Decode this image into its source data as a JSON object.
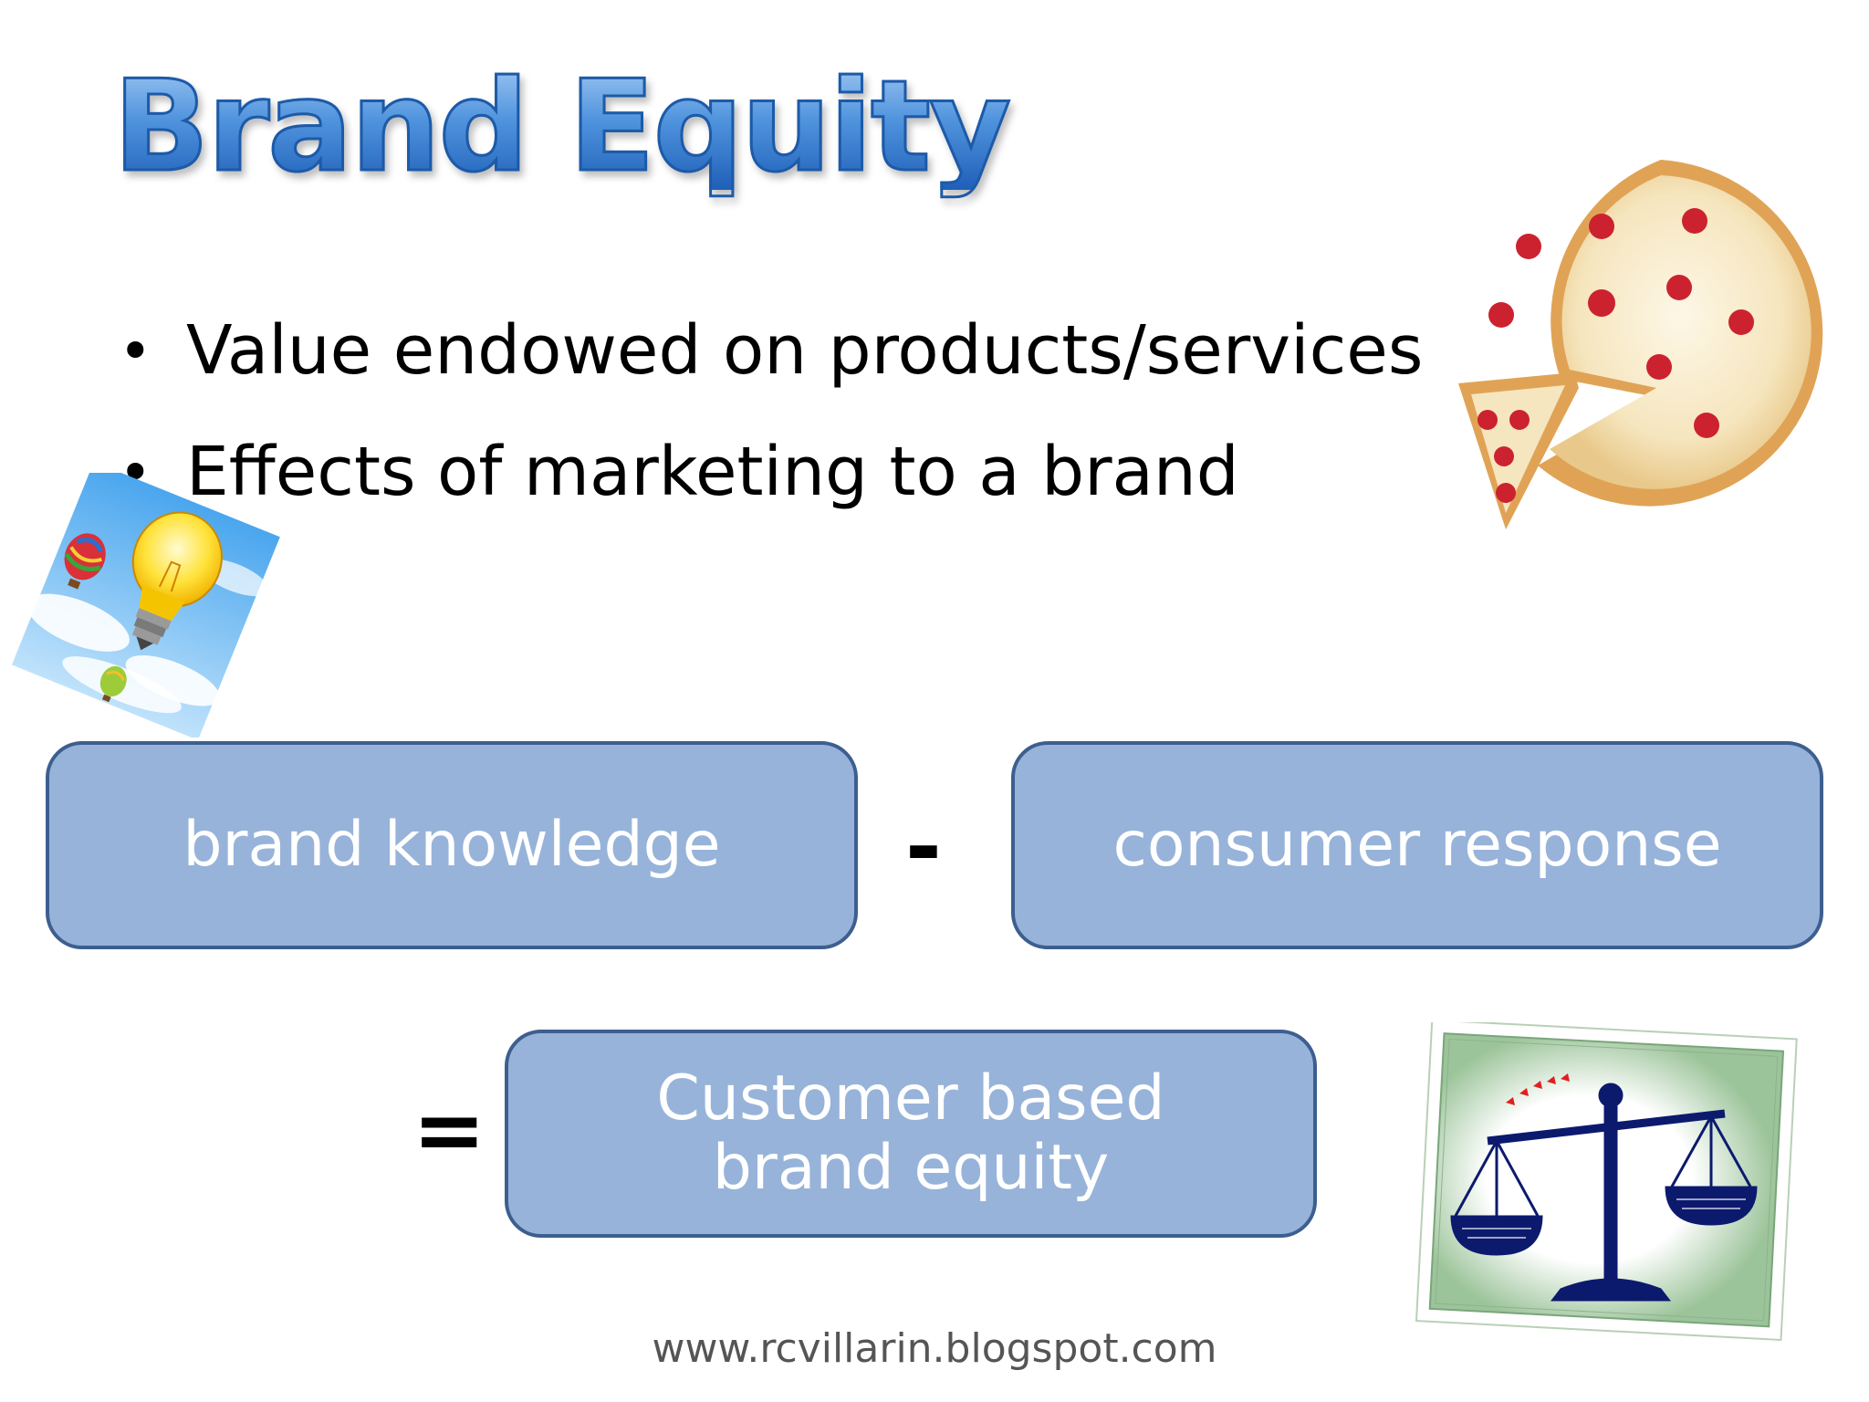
{
  "slide": {
    "title": "Brand Equity",
    "bullets": [
      "Value endowed on products/services",
      "Effects of marketing to a brand"
    ],
    "bullet_symbol": "•",
    "equation": {
      "left_box": "brand knowledge",
      "operator": "-",
      "right_box": "consumer response",
      "equals": "=",
      "result_box": "Customer based brand equity"
    },
    "footer": "www.rcvillarin.blogspot.com"
  },
  "colors": {
    "box_fill": "#97b3d9",
    "box_border": "#3d5f8f",
    "title_blue": "#2c6fc0",
    "footer_gray": "#555555"
  },
  "images": {
    "lightbulb": "lightbulb-balloons-clipart",
    "pizza": "pizza-clipart",
    "scale": "balance-scale-clipart"
  }
}
